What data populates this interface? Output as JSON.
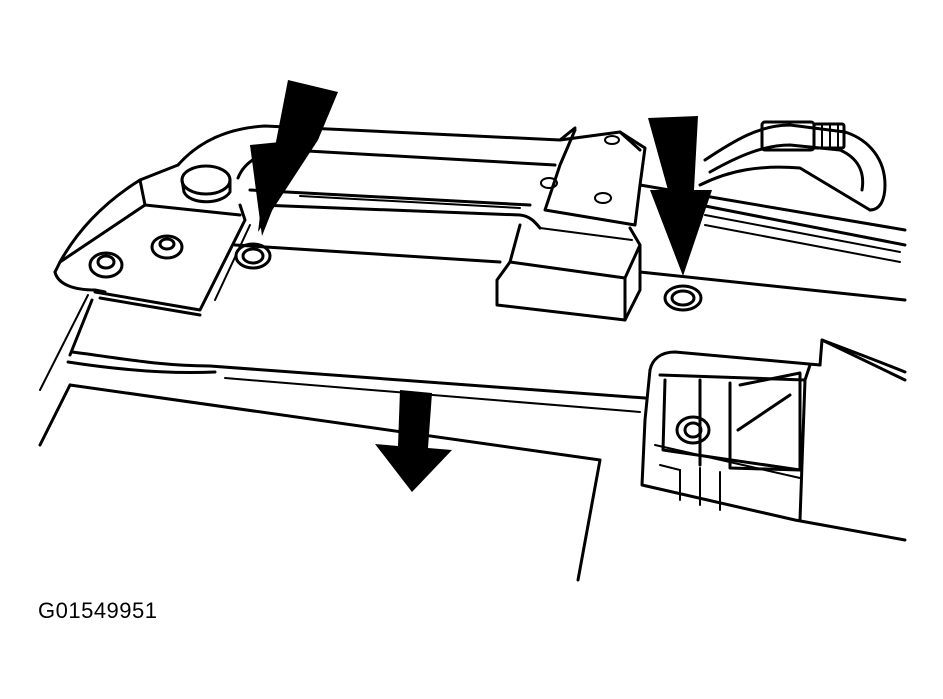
{
  "figure": {
    "code": "G01549951"
  },
  "colors": {
    "ink": "#000000",
    "paper": "#ffffff"
  },
  "callouts": [
    {
      "name": "left-fastener-arrow",
      "points_to": "left-nut"
    },
    {
      "name": "right-fastener-arrow",
      "points_to": "right-nut"
    },
    {
      "name": "removal-direction-arrow",
      "points_to": "panel-downward"
    }
  ]
}
